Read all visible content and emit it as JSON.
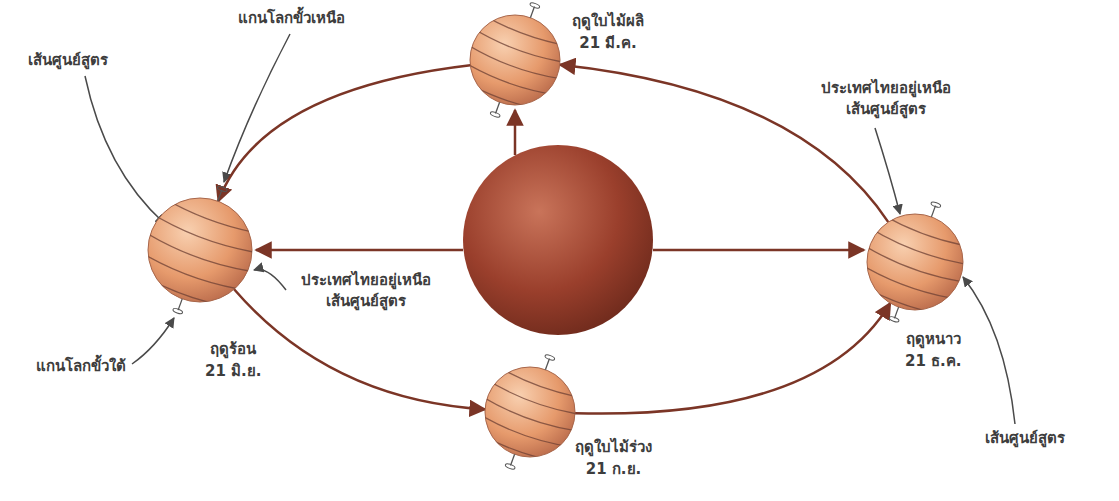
{
  "diagram": {
    "nodes": [
      {
        "text": [
          "ฤดูใบไม้ผลิ",
          "21 มี.ค."
        ]
      },
      {
        "text": [
          "ฤดูร้อน",
          "21 มิ.ย."
        ]
      },
      {
        "text": [
          "ฤดูใบไม้ร่วง",
          "21 ก.ย."
        ]
      },
      {
        "text": [
          "ฤดูหนาว",
          "21 ธ.ค."
        ]
      }
    ],
    "edges": [
      {
        "from": 0,
        "to": 1,
        "arrow": "to"
      },
      {
        "from": 1,
        "to": 2,
        "arrow": "to"
      },
      {
        "from": 2,
        "to": 3,
        "arrow": "to"
      },
      {
        "from": 3,
        "to": 0,
        "arrow": "to"
      }
    ],
    "labels": [
      "แกนโลกขั้วเหนือ",
      "เส้นศูนย์สูตร",
      "ประเทศไทยอยู่เหนือ เส้นศูนย์สูตร",
      "แกนโลกขั้วใต้",
      "ประเทศไทยอยู่เหนือ เส้นศูนย์สูตร",
      "เส้นศูนย์สูตร"
    ]
  }
}
